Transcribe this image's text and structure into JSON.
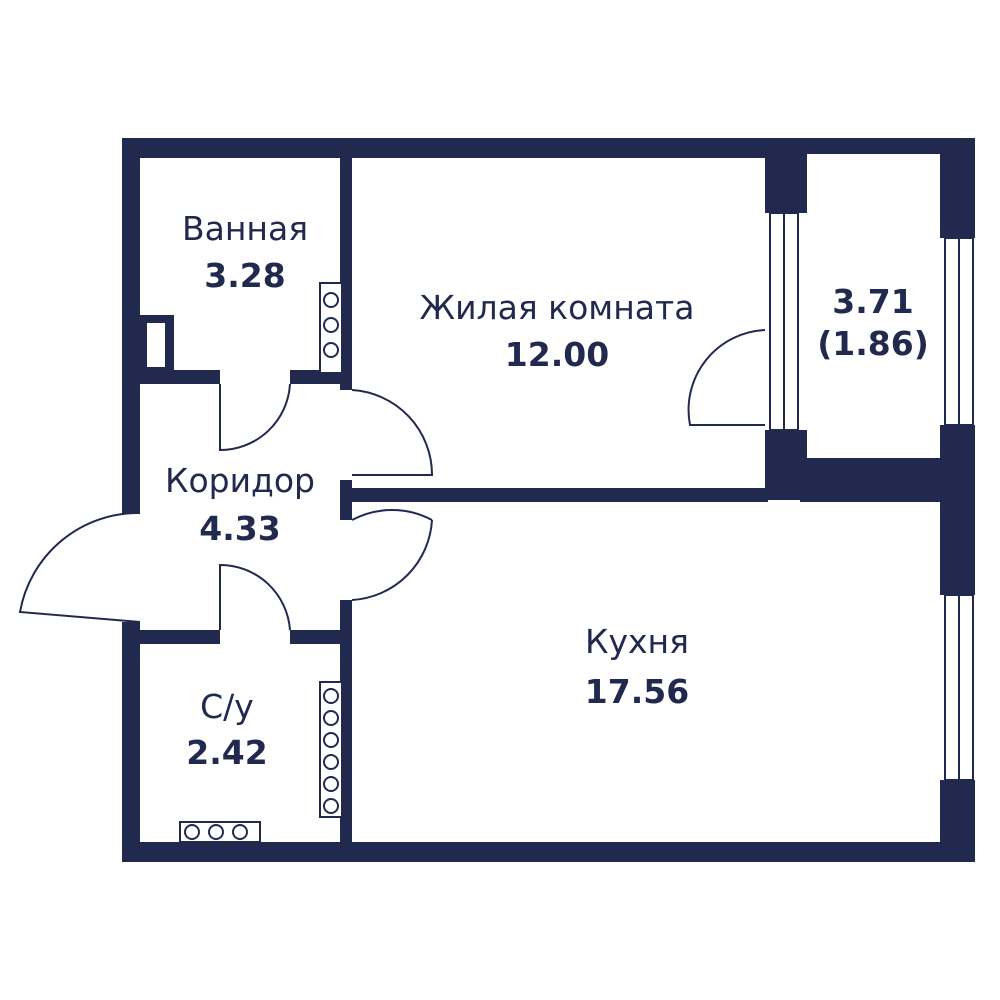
{
  "colors": {
    "wall": "#22294f",
    "background": "#ffffff"
  },
  "rooms": {
    "bathroom": {
      "name": "Ванная",
      "area": "3.28"
    },
    "living_room": {
      "name": "Жилая комната",
      "area": "12.00"
    },
    "balcony": {
      "area": "3.71",
      "area_reduced": "(1.86)"
    },
    "corridor": {
      "name": "Коридор",
      "area": "4.33"
    },
    "toilet": {
      "name": "С/у",
      "area": "2.42"
    },
    "kitchen": {
      "name": "Кухня",
      "area": "17.56"
    }
  }
}
